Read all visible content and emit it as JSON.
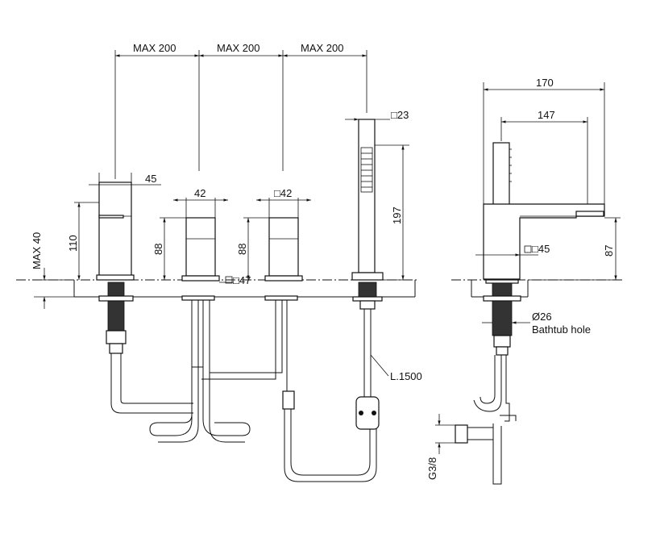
{
  "front_view": {
    "dim_max200_a": "MAX 200",
    "dim_max200_b": "MAX 200",
    "dim_max200_c": "MAX 200",
    "dim_spout_width": "45",
    "dim_mixer1_width": "42",
    "dim_mixer2_width": "□42",
    "dim_handshower_width": "□23",
    "dim_max40": "MAX 40",
    "dim_spout_height": "110",
    "dim_mixer1_height": "88",
    "dim_mixer2_height": "88",
    "dim_handshower_height": "197",
    "dim_base_square": "□47",
    "hose_length": "L.1500"
  },
  "side_view": {
    "dim_total_depth": "170",
    "dim_spout_reach": "147",
    "dim_base_square": "□45",
    "dim_spout_height": "87",
    "dim_hole_diameter": "Ø26",
    "hole_label": "Bathtub hole",
    "dim_thread": "G3/8"
  }
}
